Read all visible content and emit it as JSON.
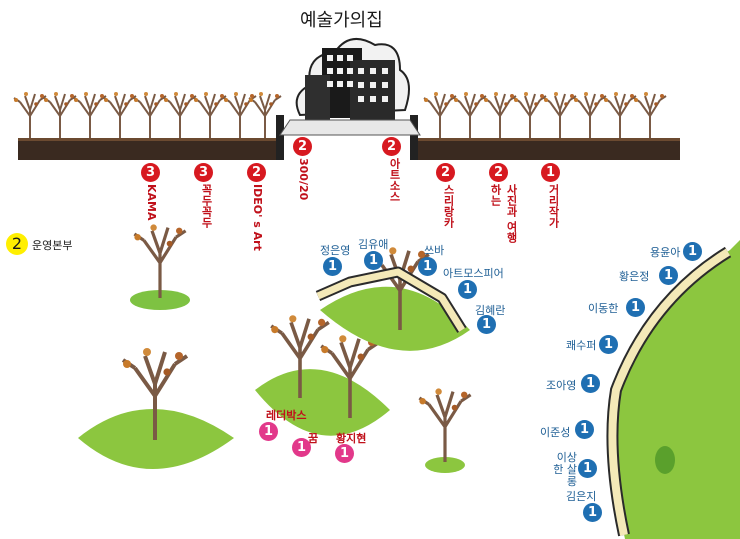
{
  "title": "예술가의집",
  "legend": {
    "number": "2",
    "label": "운영본부"
  },
  "top_booths": [
    {
      "num": "3",
      "name": "KAMA"
    },
    {
      "num": "3",
      "name": "꼭두꼭두"
    },
    {
      "num": "2",
      "name": "IDEO' s Art"
    },
    {
      "num": "2",
      "name": "300/20"
    },
    {
      "num": "2",
      "name": "아트소스"
    },
    {
      "num": "2",
      "name": "스리랑카"
    },
    {
      "num": "2",
      "name": "사진과 여행하는"
    },
    {
      "num": "1",
      "name": "거리작가"
    }
  ],
  "center_booths": [
    {
      "num": "1",
      "name": "정은영"
    },
    {
      "num": "1",
      "name": "김유애"
    },
    {
      "num": "1",
      "name": "쓰바"
    },
    {
      "num": "1",
      "name": "아트모스피어"
    },
    {
      "num": "1",
      "name": "김혜란"
    }
  ],
  "pink_booths": [
    {
      "num": "1",
      "name": "레더박스"
    },
    {
      "num": "1",
      "name": "꿈"
    },
    {
      "num": "1",
      "name": "황지현"
    }
  ],
  "right_booths": [
    {
      "num": "1",
      "name": "용윤아"
    },
    {
      "num": "1",
      "name": "황은정"
    },
    {
      "num": "1",
      "name": "이동한"
    },
    {
      "num": "1",
      "name": "쾌수퍼"
    },
    {
      "num": "1",
      "name": "조아영"
    },
    {
      "num": "1",
      "name": "이준성"
    },
    {
      "num": "1",
      "name": "이상한 살롱"
    },
    {
      "num": "1",
      "name": "김은지"
    }
  ]
}
